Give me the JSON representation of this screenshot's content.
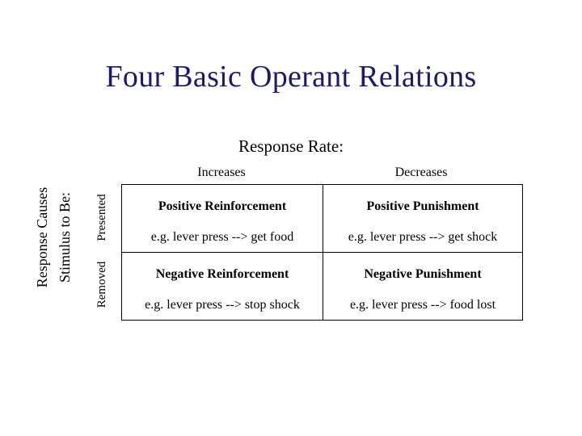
{
  "slide": {
    "title": "Four Basic Operant Relations",
    "title_color": "#1a1a6e",
    "background_color": "#ffffff",
    "text_color": "#000000"
  },
  "matrix": {
    "column_axis_label": "Response Rate:",
    "column_headers": [
      "Increases",
      "Decreases"
    ],
    "row_axis_label_line1": "Response Causes",
    "row_axis_label_line2": "Stimulus to Be:",
    "row_headers": [
      "Presented",
      "Removed"
    ],
    "cells": [
      [
        {
          "name": "Positive Reinforcement",
          "example": "e.g. lever press --> get food"
        },
        {
          "name": "Positive Punishment",
          "example": "e.g. lever press --> get shock"
        }
      ],
      [
        {
          "name": "Negative Reinforcement",
          "example": "e.g. lever press --> stop shock"
        },
        {
          "name": "Negative Punishment",
          "example": "e.g. lever press --> food lost"
        }
      ]
    ]
  }
}
